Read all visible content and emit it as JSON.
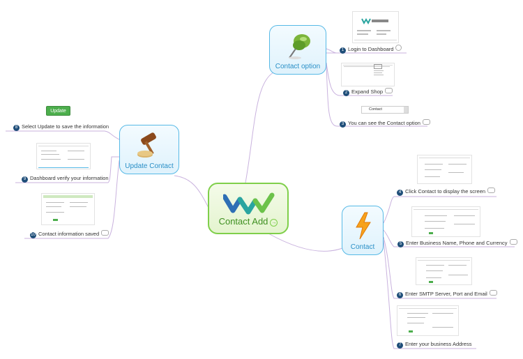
{
  "central": {
    "title": "Contact Add",
    "icon": "wv-logo-icon"
  },
  "topics": {
    "contact_option": {
      "title": "Contact option",
      "icon": "pushpin-icon"
    },
    "update_contact": {
      "title": "Update Contact",
      "icon": "gavel-icon"
    },
    "contact": {
      "title": "Contact",
      "icon": "lightning-icon"
    }
  },
  "steps": [
    {
      "n": "1",
      "label": "Login to Dashboard"
    },
    {
      "n": "2",
      "label": "Expand Shop"
    },
    {
      "n": "3",
      "label": "You can see the Contact option"
    },
    {
      "n": "4",
      "label": "Click Contact to display the screen"
    },
    {
      "n": "5",
      "label": "Enter Business Name, Phone and Currency"
    },
    {
      "n": "6",
      "label": "Enter SMTP Server, Port and Email"
    },
    {
      "n": "7",
      "label": "Enter your business Address"
    },
    {
      "n": "8",
      "label": "Select Update to save the information"
    },
    {
      "n": "9",
      "label": "Dashboard verify your information"
    },
    {
      "n": "10",
      "label": "Contact information saved"
    }
  ],
  "thumbs": {
    "update_button": "Update",
    "contact_bar": "Contact"
  },
  "colors": {
    "central_border": "#7fcf4a",
    "topic_border": "#56b9e6",
    "branch_line": "#c9b2de",
    "step_badge": "#1f4e79"
  }
}
